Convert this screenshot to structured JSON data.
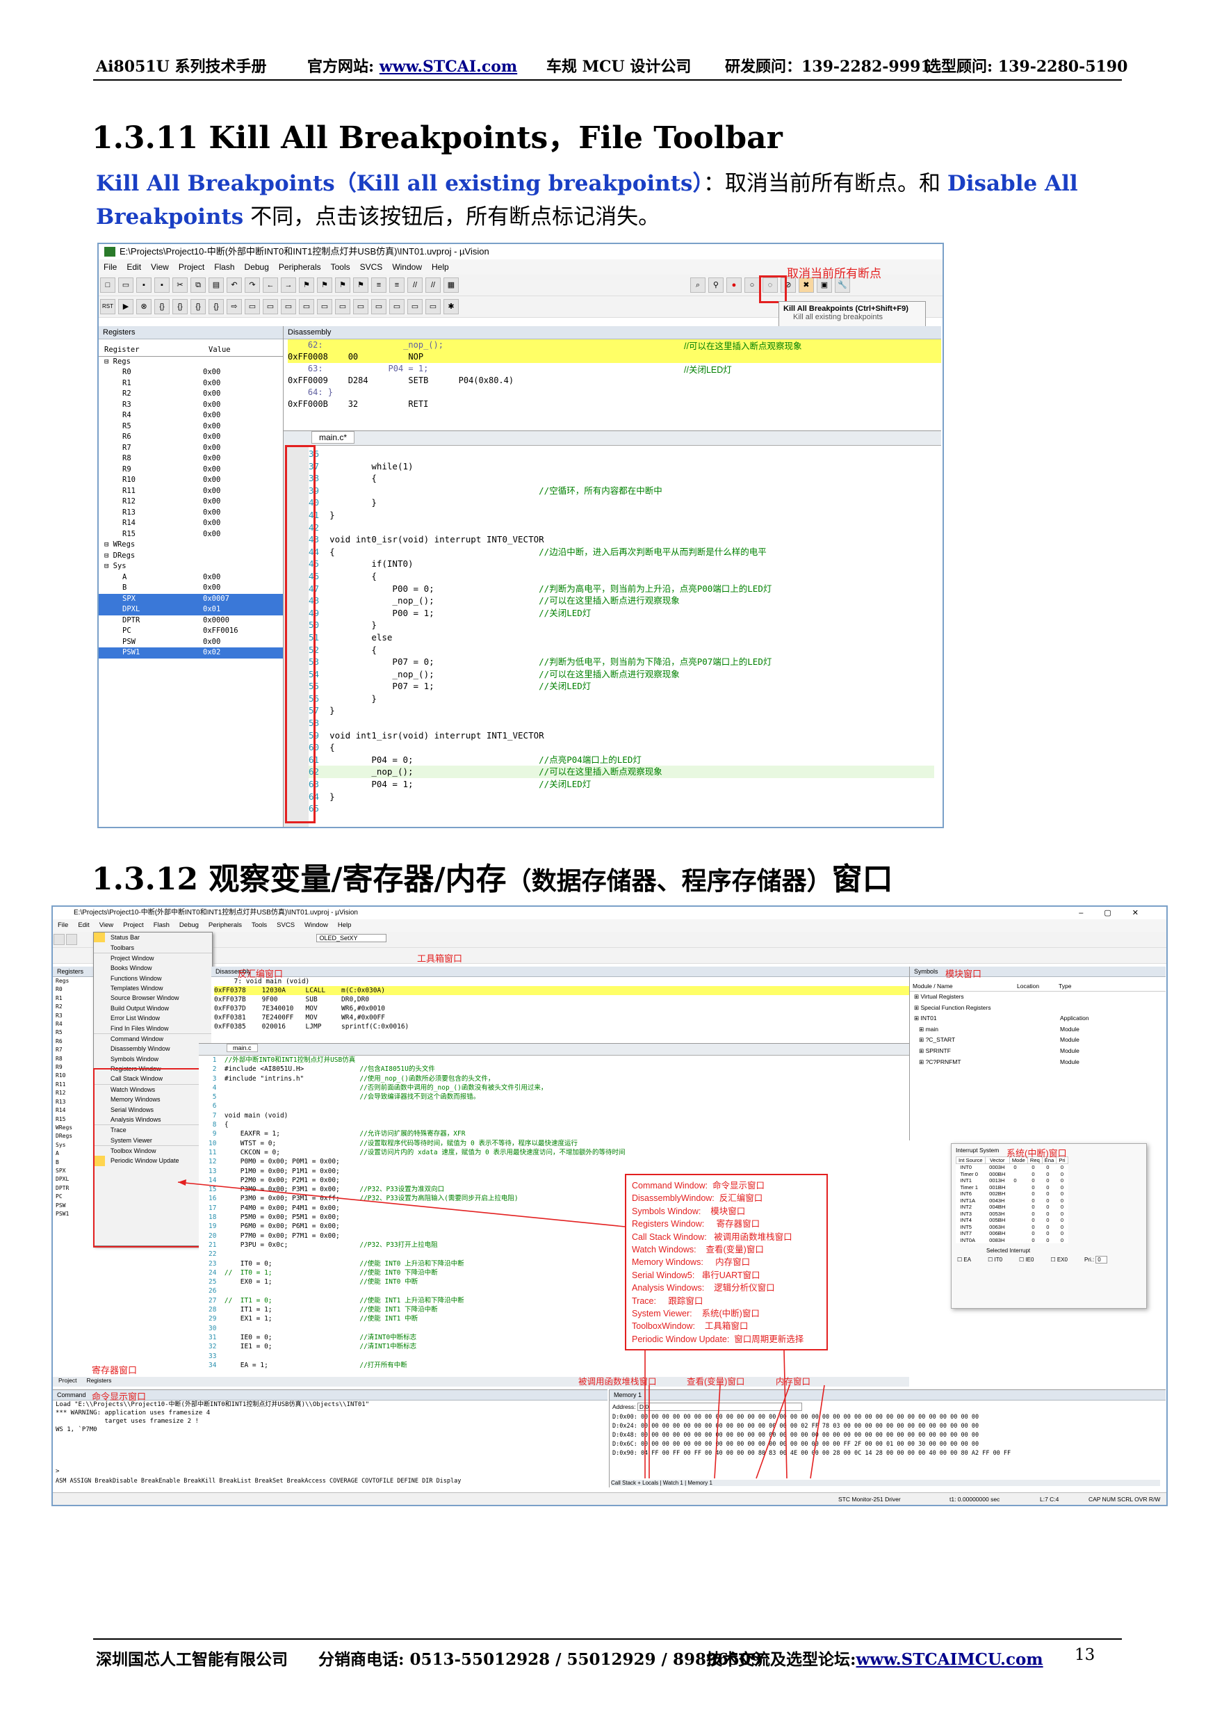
{
  "header": {
    "manual": "Ai8051U 系列技术手册",
    "site_label": "官方网站: ",
    "site_url": "www.STCAI.com",
    "company_tag": "车规 MCU 设计公司",
    "rd_contact": "研发顾问：139-2282-9991",
    "sel_contact": "选型顾问: 139-2280-5190"
  },
  "section1": {
    "title": "1.3.11 Kill All Breakpoints，File Toolbar",
    "para_blue1": "Kill All Breakpoints（Kill all existing breakpoints）",
    "para_text1": "：取消当前所有断点。和 ",
    "para_blue2": "Disable All Breakpoints",
    "para_text2": " 不同，点击该按钮后，所有断点标记消失。"
  },
  "shot1": {
    "window_title": "E:\\Projects\\Project10-中断(外部中断INT0和INT1控制点灯并USB仿真)\\INT01.uvproj - µVision",
    "menu": [
      "File",
      "Edit",
      "View",
      "Project",
      "Flash",
      "Debug",
      "Peripherals",
      "Tools",
      "SVCS",
      "Window",
      "Help"
    ],
    "annot_kill": "取消当前所有断点",
    "tooltip_title": "Kill All Breakpoints (Ctrl+Shift+F9)",
    "tooltip_sub": "Kill all existing breakpoints",
    "registers_title": "Registers",
    "disasm_title": "Disassembly",
    "reg_headers": [
      "Register",
      "Value"
    ],
    "regs": [
      [
        "Regs",
        ""
      ],
      [
        "R0",
        "0x00"
      ],
      [
        "R1",
        "0x00"
      ],
      [
        "R2",
        "0x00"
      ],
      [
        "R3",
        "0x00"
      ],
      [
        "R4",
        "0x00"
      ],
      [
        "R5",
        "0x00"
      ],
      [
        "R6",
        "0x00"
      ],
      [
        "R7",
        "0x00"
      ],
      [
        "R8",
        "0x00"
      ],
      [
        "R9",
        "0x00"
      ],
      [
        "R10",
        "0x00"
      ],
      [
        "R11",
        "0x00"
      ],
      [
        "R12",
        "0x00"
      ],
      [
        "R13",
        "0x00"
      ],
      [
        "R14",
        "0x00"
      ],
      [
        "R15",
        "0x00"
      ],
      [
        "WRegs",
        ""
      ],
      [
        "DRegs",
        ""
      ],
      [
        "Sys",
        ""
      ],
      [
        "A",
        "0x00"
      ],
      [
        "B",
        "0x00"
      ],
      [
        "SPX",
        "0x0007"
      ],
      [
        "DPXL",
        "0x01"
      ],
      [
        "DPTR",
        "0x0000"
      ],
      [
        "PC",
        "0xFF0016"
      ],
      [
        "PSW",
        "0x00"
      ],
      [
        "PSW1",
        "0x02"
      ]
    ],
    "disasm": [
      "    62:                _nop_();",
      "0xFF0008    00          NOP",
      "    63:             P04 = 1;",
      "0xFF0009    D284        SETB      P04(0x80.4)",
      "    64: }",
      "0xFF000B    32          RETI"
    ],
    "disasm_comments": [
      "//可以在这里插入断点观察现象",
      "//关闭LED灯"
    ],
    "file_tab": "main.c*",
    "code": [
      [
        "36",
        ""
      ],
      [
        "37",
        "        while(1)"
      ],
      [
        "38",
        "        {"
      ],
      [
        "39",
        "                                        //空循环，所有内容都在中断中"
      ],
      [
        "40",
        "        }"
      ],
      [
        "41",
        "}"
      ],
      [
        "42",
        ""
      ],
      [
        "43",
        "void int0_isr(void) interrupt INT0_VECTOR"
      ],
      [
        "44",
        "{                                       //边沿中断，进入后再次判断电平从而判断是什么样的电平"
      ],
      [
        "45",
        "        if(INT0)"
      ],
      [
        "46",
        "        {"
      ],
      [
        "47",
        "            P00 = 0;                    //判断为高电平，则当前为上升沿，点亮P00端口上的LED灯"
      ],
      [
        "48",
        "            _nop_();                    //可以在这里插入断点进行观察现象"
      ],
      [
        "49",
        "            P00 = 1;                    //关闭LED灯"
      ],
      [
        "50",
        "        }"
      ],
      [
        "51",
        "        else"
      ],
      [
        "52",
        "        {"
      ],
      [
        "53",
        "            P07 = 0;                    //判断为低电平，则当前为下降沿，点亮P07端口上的LED灯"
      ],
      [
        "54",
        "            _nop_();                    //可以在这里插入断点进行观察现象"
      ],
      [
        "55",
        "            P07 = 1;                    //关闭LED灯"
      ],
      [
        "56",
        "        }"
      ],
      [
        "57",
        "}"
      ],
      [
        "58",
        ""
      ],
      [
        "59",
        "void int1_isr(void) interrupt INT1_VECTOR"
      ],
      [
        "60",
        "{"
      ],
      [
        "61",
        "        P04 = 0;                        //点亮P04端口上的LED灯"
      ],
      [
        "62",
        "        _nop_();                        //可以在这里插入断点观察现象"
      ],
      [
        "63",
        "        P04 = 1;                        //关闭LED灯"
      ],
      [
        "64",
        "}"
      ],
      [
        "65",
        ""
      ]
    ]
  },
  "section2": {
    "title_main": "1.3.12 观察变量/寄存器/内存",
    "title_small": "（数据存储器、程序存储器）",
    "title_tail": "窗口"
  },
  "shot2": {
    "window_title": "E:\\Projects\\Project10-中断(外部中断INT0和INT1控制点灯并USB仿真)\\INT01.uvproj - µVision",
    "menu": [
      "File",
      "Edit",
      "View",
      "Project",
      "Flash",
      "Debug",
      "Peripherals",
      "Tools",
      "SVCS",
      "Window",
      "Help"
    ],
    "toolbar_target": "OLED_SetXY",
    "view_menu": [
      "Status Bar",
      "Toolbars",
      "Project Window",
      "Books Window",
      "Functions Window",
      "Templates Window",
      "Source Browser Window",
      "Build Output Window",
      "Error List Window",
      "Find In Files Window",
      "Command Window",
      "Disassembly Window",
      "Symbols Window",
      "Registers Window",
      "Call Stack Window",
      "Watch Windows",
      "Memory Windows",
      "Serial Windows",
      "Analysis Windows",
      "Trace",
      "System Viewer",
      "Toolbox Window",
      "Periodic Window Update"
    ],
    "ann_toolbox": "工具箱窗口",
    "ann_disasm": "反汇编窗口",
    "ann_symbols": "模块窗口",
    "ann_registers": "寄存器窗口",
    "ann_command": "命令显示窗口",
    "ann_system": "系统(中断)窗口",
    "ann_callstack": "被调用函数堆栈窗口",
    "ann_watch": "查看(变量)窗口",
    "ann_memory": "内存窗口",
    "legend": [
      "Command Window:  命令显示窗口",
      "DisassemblyWindow:  反汇编窗口",
      "Symbols Window:    模块窗口",
      "Registers Window:     寄存器窗口",
      "Call Stack Window:   被调用函数堆栈窗口",
      "Watch Windows:    查看(变量)窗口",
      "Memory Windows:     内存窗口",
      "Serial Window5:   串行UART窗口",
      "Analysis Windows:    逻辑分析仪窗口",
      "Trace:     跟踪窗口",
      "System Viewer:    系统(中断)窗口",
      "ToolboxWindow:    工具箱窗口",
      "Periodic Window Update:  窗口周期更新选择"
    ],
    "disasm": [
      "     7: void main (void)",
      "0xFF0378    12030A     LCALL    m(C:0x030A)",
      "0xFF037B    9F00       SUB      DR0,DR0",
      "0xFF037D    7E340010   MOV      WR6,#0x0010",
      "0xFF0381    7E2400FF   MOV      WR4,#0x00FF",
      "0xFF0385    020016     LJMP     sprintf(C:0x0016)"
    ],
    "file_tab": "main.c",
    "code": [
      [
        "1",
        "//外部中断INT0和INT1控制点灯并USB仿真"
      ],
      [
        "2",
        "#include <AI8051U.H>              //包含AI8051U的头文件"
      ],
      [
        "3",
        "#include \"intrins.h\"              //使用_nop_()函数所必须要包含的头文件，"
      ],
      [
        "4",
        "                                  //否则前面函数中调用的_nop_()函数没有被头文件引用过来，"
      ],
      [
        "5",
        "                                  //会导致编译器找不到这个函数而报错。"
      ],
      [
        "6",
        ""
      ],
      [
        "7",
        "void main (void)"
      ],
      [
        "8",
        "{"
      ],
      [
        "9",
        "    EAXFR = 1;                    //允许访问扩展的特殊寄存器，XFR"
      ],
      [
        "10",
        "    WTST = 0;                     //设置取程序代码等待时间，赋值为 0 表示不等待，程序以最快速度运行"
      ],
      [
        "11",
        "    CKCON = 0;                    //设置访问片内的 xdata 速度，赋值为 0 表示用最快速度访问，不增加额外的等待时间"
      ],
      [
        "12",
        "    P0M0 = 0x00; P0M1 = 0x00;"
      ],
      [
        "13",
        "    P1M0 = 0x00; P1M1 = 0x00;"
      ],
      [
        "14",
        "    P2M0 = 0x00; P2M1 = 0x00;"
      ],
      [
        "15",
        "    P3M0 = 0x00; P3M1 = 0x00;     //P32、P33设置为准双向口"
      ],
      [
        "16",
        "    P3M0 = 0x00; P3M1 = 0xff;     //P32、P33设置为高阻输入(需要同步开启上拉电阻)"
      ],
      [
        "17",
        "    P4M0 = 0x00; P4M1 = 0x00;"
      ],
      [
        "18",
        "    P5M0 = 0x00; P5M1 = 0x00;"
      ],
      [
        "19",
        "    P6M0 = 0x00; P6M1 = 0x00;"
      ],
      [
        "20",
        "    P7M0 = 0x00; P7M1 = 0x00;"
      ],
      [
        "21",
        "    P3PU = 0x0c;                  //P32、P33打开上拉电阻"
      ],
      [
        "22",
        ""
      ],
      [
        "23",
        "    IT0 = 0;                      //使能 INT0 上升沿和下降沿中断"
      ],
      [
        "24",
        "//  IT0 = 1;                      //使能 INT0 下降沿中断"
      ],
      [
        "25",
        "    EX0 = 1;                      //使能 INT0 中断"
      ],
      [
        "26",
        ""
      ],
      [
        "27",
        "//  IT1 = 0;                      //使能 INT1 上升沿和下降沿中断"
      ],
      [
        "28",
        "    IT1 = 1;                      //使能 INT1 下降沿中断"
      ],
      [
        "29",
        "    EX1 = 1;                      //使能 INT1 中断"
      ],
      [
        "30",
        ""
      ],
      [
        "31",
        "    IE0 = 0;                      //清INT0中断标志"
      ],
      [
        "32",
        "    IE1 = 0;                      //清INT1中断标志"
      ],
      [
        "33",
        ""
      ],
      [
        "34",
        "    EA = 1;                       //打开所有中断"
      ]
    ],
    "symbols_title": "Symbols",
    "symbols_headers": [
      "Module / Name",
      "Location",
      "Type"
    ],
    "symbols_rows": [
      [
        "Virtual Registers",
        "",
        ""
      ],
      [
        "Special Function Registers",
        "",
        ""
      ],
      [
        "INT01",
        "",
        "Application"
      ],
      [
        "main",
        "",
        "Module"
      ],
      [
        "?C_START",
        "",
        "Module"
      ],
      [
        "SPRINTF",
        "",
        "Module"
      ],
      [
        "?C?PRNFMT",
        "",
        "Module"
      ]
    ],
    "interrupt_title": "Interrupt System",
    "int_headers": [
      "Int Source",
      "Vector",
      "Mode",
      "Req",
      "Ena",
      "Pri"
    ],
    "int_rows": [
      [
        "INT0",
        "0003H",
        "0",
        "0",
        "0",
        "0"
      ],
      [
        "Timer 0",
        "000BH",
        "",
        "0",
        "0",
        "0"
      ],
      [
        "INT1",
        "0013H",
        "0",
        "0",
        "0",
        "0"
      ],
      [
        "Timer 1",
        "001BH",
        "",
        "0",
        "0",
        "0"
      ],
      [
        "INT6",
        "002BH",
        "",
        "0",
        "0",
        "0"
      ],
      [
        "INT1A",
        "0043H",
        "",
        "0",
        "0",
        "0"
      ],
      [
        "INT2",
        "004BH",
        "",
        "0",
        "0",
        "0"
      ],
      [
        "INT3",
        "0053H",
        "",
        "0",
        "0",
        "0"
      ],
      [
        "INT4",
        "005BH",
        "",
        "0",
        "0",
        "0"
      ],
      [
        "INT5",
        "0063H",
        "",
        "0",
        "0",
        "0"
      ],
      [
        "INT7",
        "006BH",
        "",
        "0",
        "0",
        "0"
      ],
      [
        "INT0A",
        "0083H",
        "",
        "0",
        "0",
        "0"
      ]
    ],
    "selected_interrupt": "Selected Interrupt",
    "int_checks": [
      "EA",
      "IT0",
      "IE0",
      "EX0"
    ],
    "int_pri_label": "Pri.:",
    "int_pri_value": "0",
    "command_title": "Command",
    "command_lines": [
      "Load \"E:\\\\Projects\\\\Project10-中断(外部中断INT0和INT1控制点灯并USB仿真)\\\\Objects\\\\INT01\"",
      "*** WARNING: application uses framesize 4",
      "             target uses framesize 2 !",
      "WS 1, `P7M0"
    ],
    "command_prompt": ">",
    "command_help": "ASM ASSIGN BreakDisable BreakEnable BreakKill BreakList BreakSet BreakAccess COVERAGE COVTOFILE DEFINE DIR Display",
    "memory_title": "Memory 1",
    "memory_address_label": "Address:",
    "memory_address_value": "D:0",
    "memory_rows": [
      "D:0x00: 00 00 00 00 00 00 00 00 00 00 00 00 00 00 00 00 00 00 00 00 00 00 00 00 00 00 00 00 00 00 00 00",
      "D:0x24: 00 00 00 00 00 00 00 00 00 00 00 00 00 00 00 02 FF 78 03 00 00 00 00 00 00 00 00 00 00 00 00 00",
      "D:0x48: 00 00 00 00 00 00 00 00 00 00 00 00 00 00 00 00 00 00 00 00 00 00 00 00 00 00 00 00 00 00 00 00",
      "D:0x6C: 00 00 00 00 00 00 00 00 00 00 00 00 00 00 00 00 00 00 00 FF 2F 00 00 01 00 00 30 00 00 00 00 00",
      "D:0x90: 04 FF 00 FF 00 FF 00 40 00 00 00 80 83 00 4E 00 00 00 28 00 0C 14 28 00 00 00 00 40 00 00 80 A2 FF 00 FF"
    ],
    "bottom_tabs_left": [
      "Project",
      "Registers"
    ],
    "bottom_tabs_right": [
      "Call Stack + Locals",
      "Watch 1",
      "Memory 1"
    ],
    "status_items": [
      "STC Monitor-251 Driver",
      "t1: 0.00000000 sec",
      "L:7 C:4",
      "CAP NUM SCRL OVR R/W"
    ]
  },
  "footer": {
    "company": "深圳国芯人工智能有限公司",
    "phone": "分销商电话: 0513-55012928 / 55012929 / 89896509",
    "forum_label": "技术交流及选型论坛:",
    "forum_url": "www.STCAIMCU.com",
    "page": "13"
  }
}
